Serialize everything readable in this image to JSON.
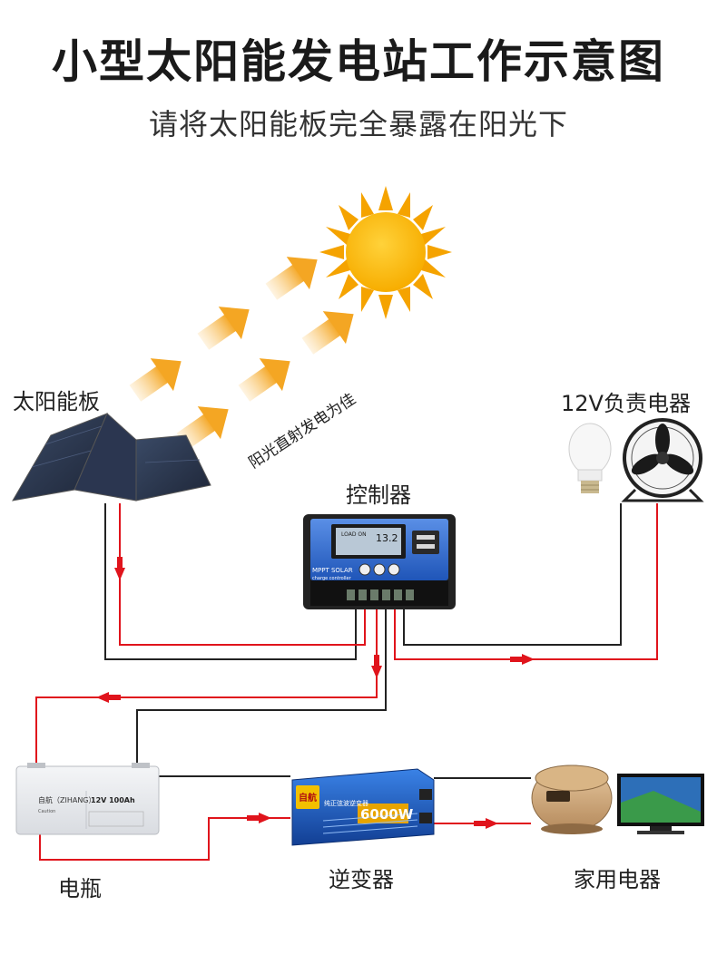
{
  "title": "小型太阳能发电站工作示意图",
  "subtitle": "请将太阳能板完全暴露在阳光下",
  "labels": {
    "solar_panel": "太阳能板",
    "sunlight_note": "阳光直射发电为佳",
    "load_12v": "12V负责电器",
    "controller": "控制器",
    "battery": "电瓶",
    "inverter": "逆变器",
    "appliances": "家用电器"
  },
  "controller": {
    "lcd_label": "LOAD ON",
    "lcd_value": "13.2",
    "brand_text": "MPPT SOLAR",
    "sub_text": "charge controller"
  },
  "battery": {
    "brand": "自航（ZIHANG）",
    "model": "12V 100Ah",
    "caption": "Caution"
  },
  "inverter": {
    "brand": "自航",
    "name": "纯正弦波逆变器",
    "power": "6000W"
  },
  "colors": {
    "sun": "#f7b500",
    "sun_rays": "#f5a300",
    "arrow": "#f4a623",
    "wire_red": "#e0141c",
    "wire_black": "#222222",
    "controller_blue": "#2f6fd6",
    "inverter_blue": "#1d62c9"
  }
}
